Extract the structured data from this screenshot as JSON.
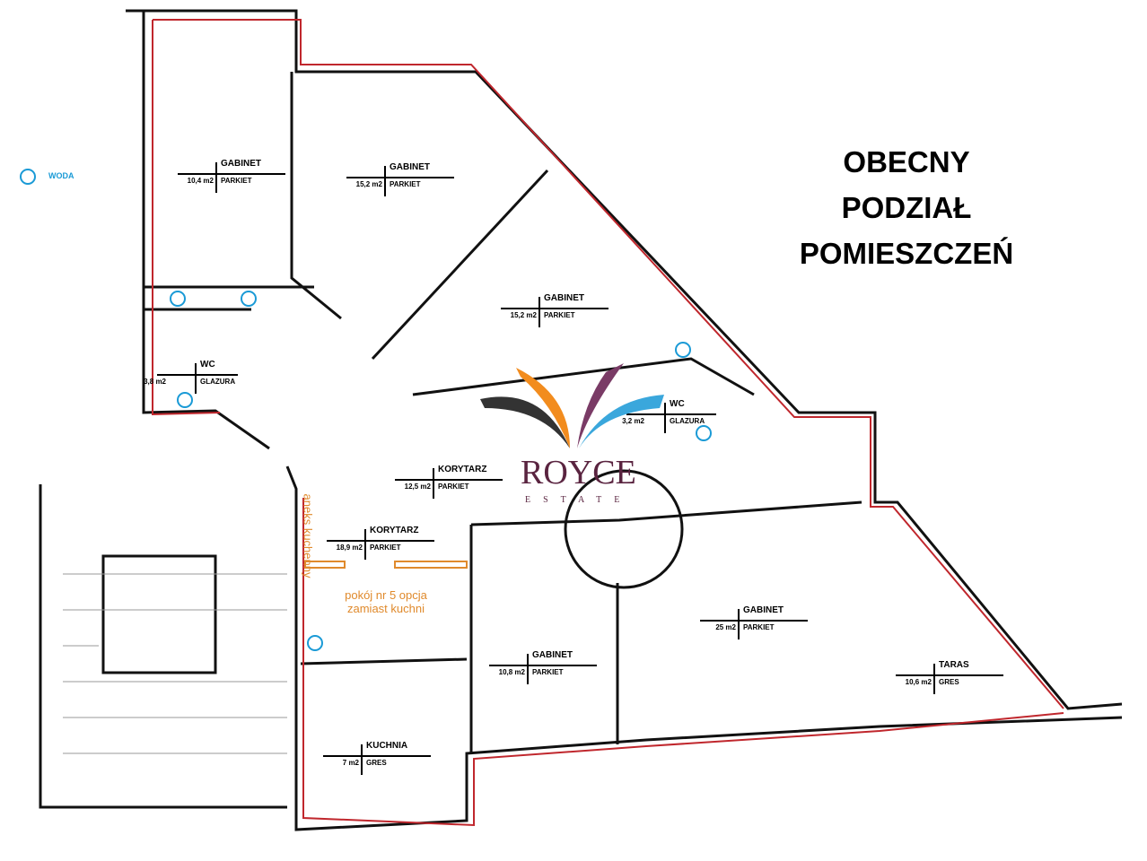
{
  "title": [
    "OBECNY",
    "PODZIAŁ",
    "POMIESZCZEŃ"
  ],
  "legend": {
    "water_label": "WODA",
    "water_color": "#1a9ad6"
  },
  "rooms": [
    {
      "name": "GABINET",
      "area": "10,4 m2",
      "floor": "PARKIET"
    },
    {
      "name": "GABINET",
      "area": "15,2 m2",
      "floor": "PARKIET"
    },
    {
      "name": "GABINET",
      "area": "15,2 m2",
      "floor": "PARKIET"
    },
    {
      "name": "WC",
      "area": "3,8 m2",
      "floor": "GLAZURA"
    },
    {
      "name": "WC",
      "area": "3,2 m2",
      "floor": "GLAZURA"
    },
    {
      "name": "KORYTARZ",
      "area": "12,5 m2",
      "floor": "PARKIET"
    },
    {
      "name": "KORYTARZ",
      "area": "18,9 m2",
      "floor": "PARKIET"
    },
    {
      "name": "GABINET",
      "area": "10,8 m2",
      "floor": "PARKIET"
    },
    {
      "name": "GABINET",
      "area": "25 m2",
      "floor": "PARKIET"
    },
    {
      "name": "TARAS",
      "area": "10,6 m2",
      "floor": "GRES"
    },
    {
      "name": "KUCHNIA",
      "area": "7 m2",
      "floor": "GRES"
    }
  ],
  "notes": {
    "aneks": "aneks kuchenny",
    "option_line1": "pokój nr 5 opcja",
    "option_line2": "zamiast kuchni"
  },
  "logo": {
    "name": "ROYCE",
    "sub": "ESTATE"
  }
}
